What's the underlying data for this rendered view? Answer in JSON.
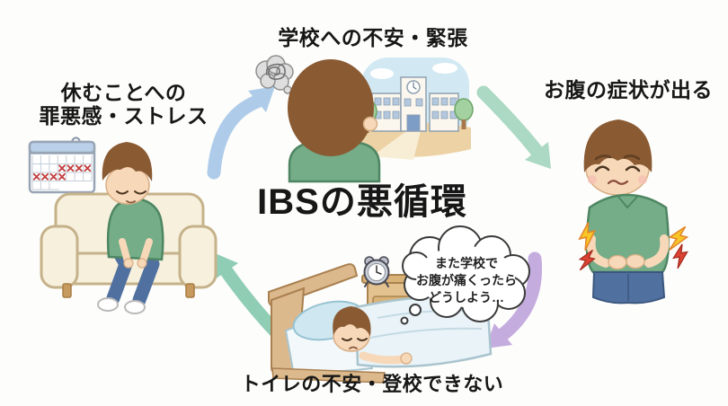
{
  "title": "IBSの悪循環",
  "nodes": {
    "top": {
      "label": "学校への不安・緊張"
    },
    "right": {
      "label": "お腹の症状が出る"
    },
    "bottom": {
      "label": "トイレの不安・登校できない"
    },
    "left": {
      "line1": "休むことへの",
      "line2": "罪悪感・ストレス"
    }
  },
  "sleep_thought": {
    "line1": "また学校で",
    "line2": "お腹が痛くったら",
    "line3": "どうしよう…"
  },
  "arrows": {
    "left_to_top": {
      "color": "#aecce9"
    },
    "top_to_right": {
      "color": "#abd9c3"
    },
    "right_to_bottom": {
      "color": "#c5acdf"
    },
    "bottom_to_left": {
      "color": "#8fcdb5"
    }
  },
  "palette": {
    "background": "#fdfdfb",
    "text": "#171717",
    "shirt_green": "#74ad88",
    "hair_brown": "#8a5a33",
    "skin": "#f7d8b9",
    "jeans_blue": "#50719f",
    "sofa_cream": "#f6f0dd",
    "pain_yellow": "#f8c727",
    "pain_red": "#dc4433",
    "pajama_blue": "#a7d5e5",
    "calendar_x_red": "#c23b3b"
  },
  "icons": {
    "calendar": "calendar-with-red-x-marks",
    "sigh": "sigh-puff",
    "tangled_thoughts": "scribble-thought-cloud",
    "school": "school-building",
    "pain": "lightning-pain-bolts",
    "alarm": "alarm-clock",
    "bubble": "cloud-thought-bubble"
  }
}
